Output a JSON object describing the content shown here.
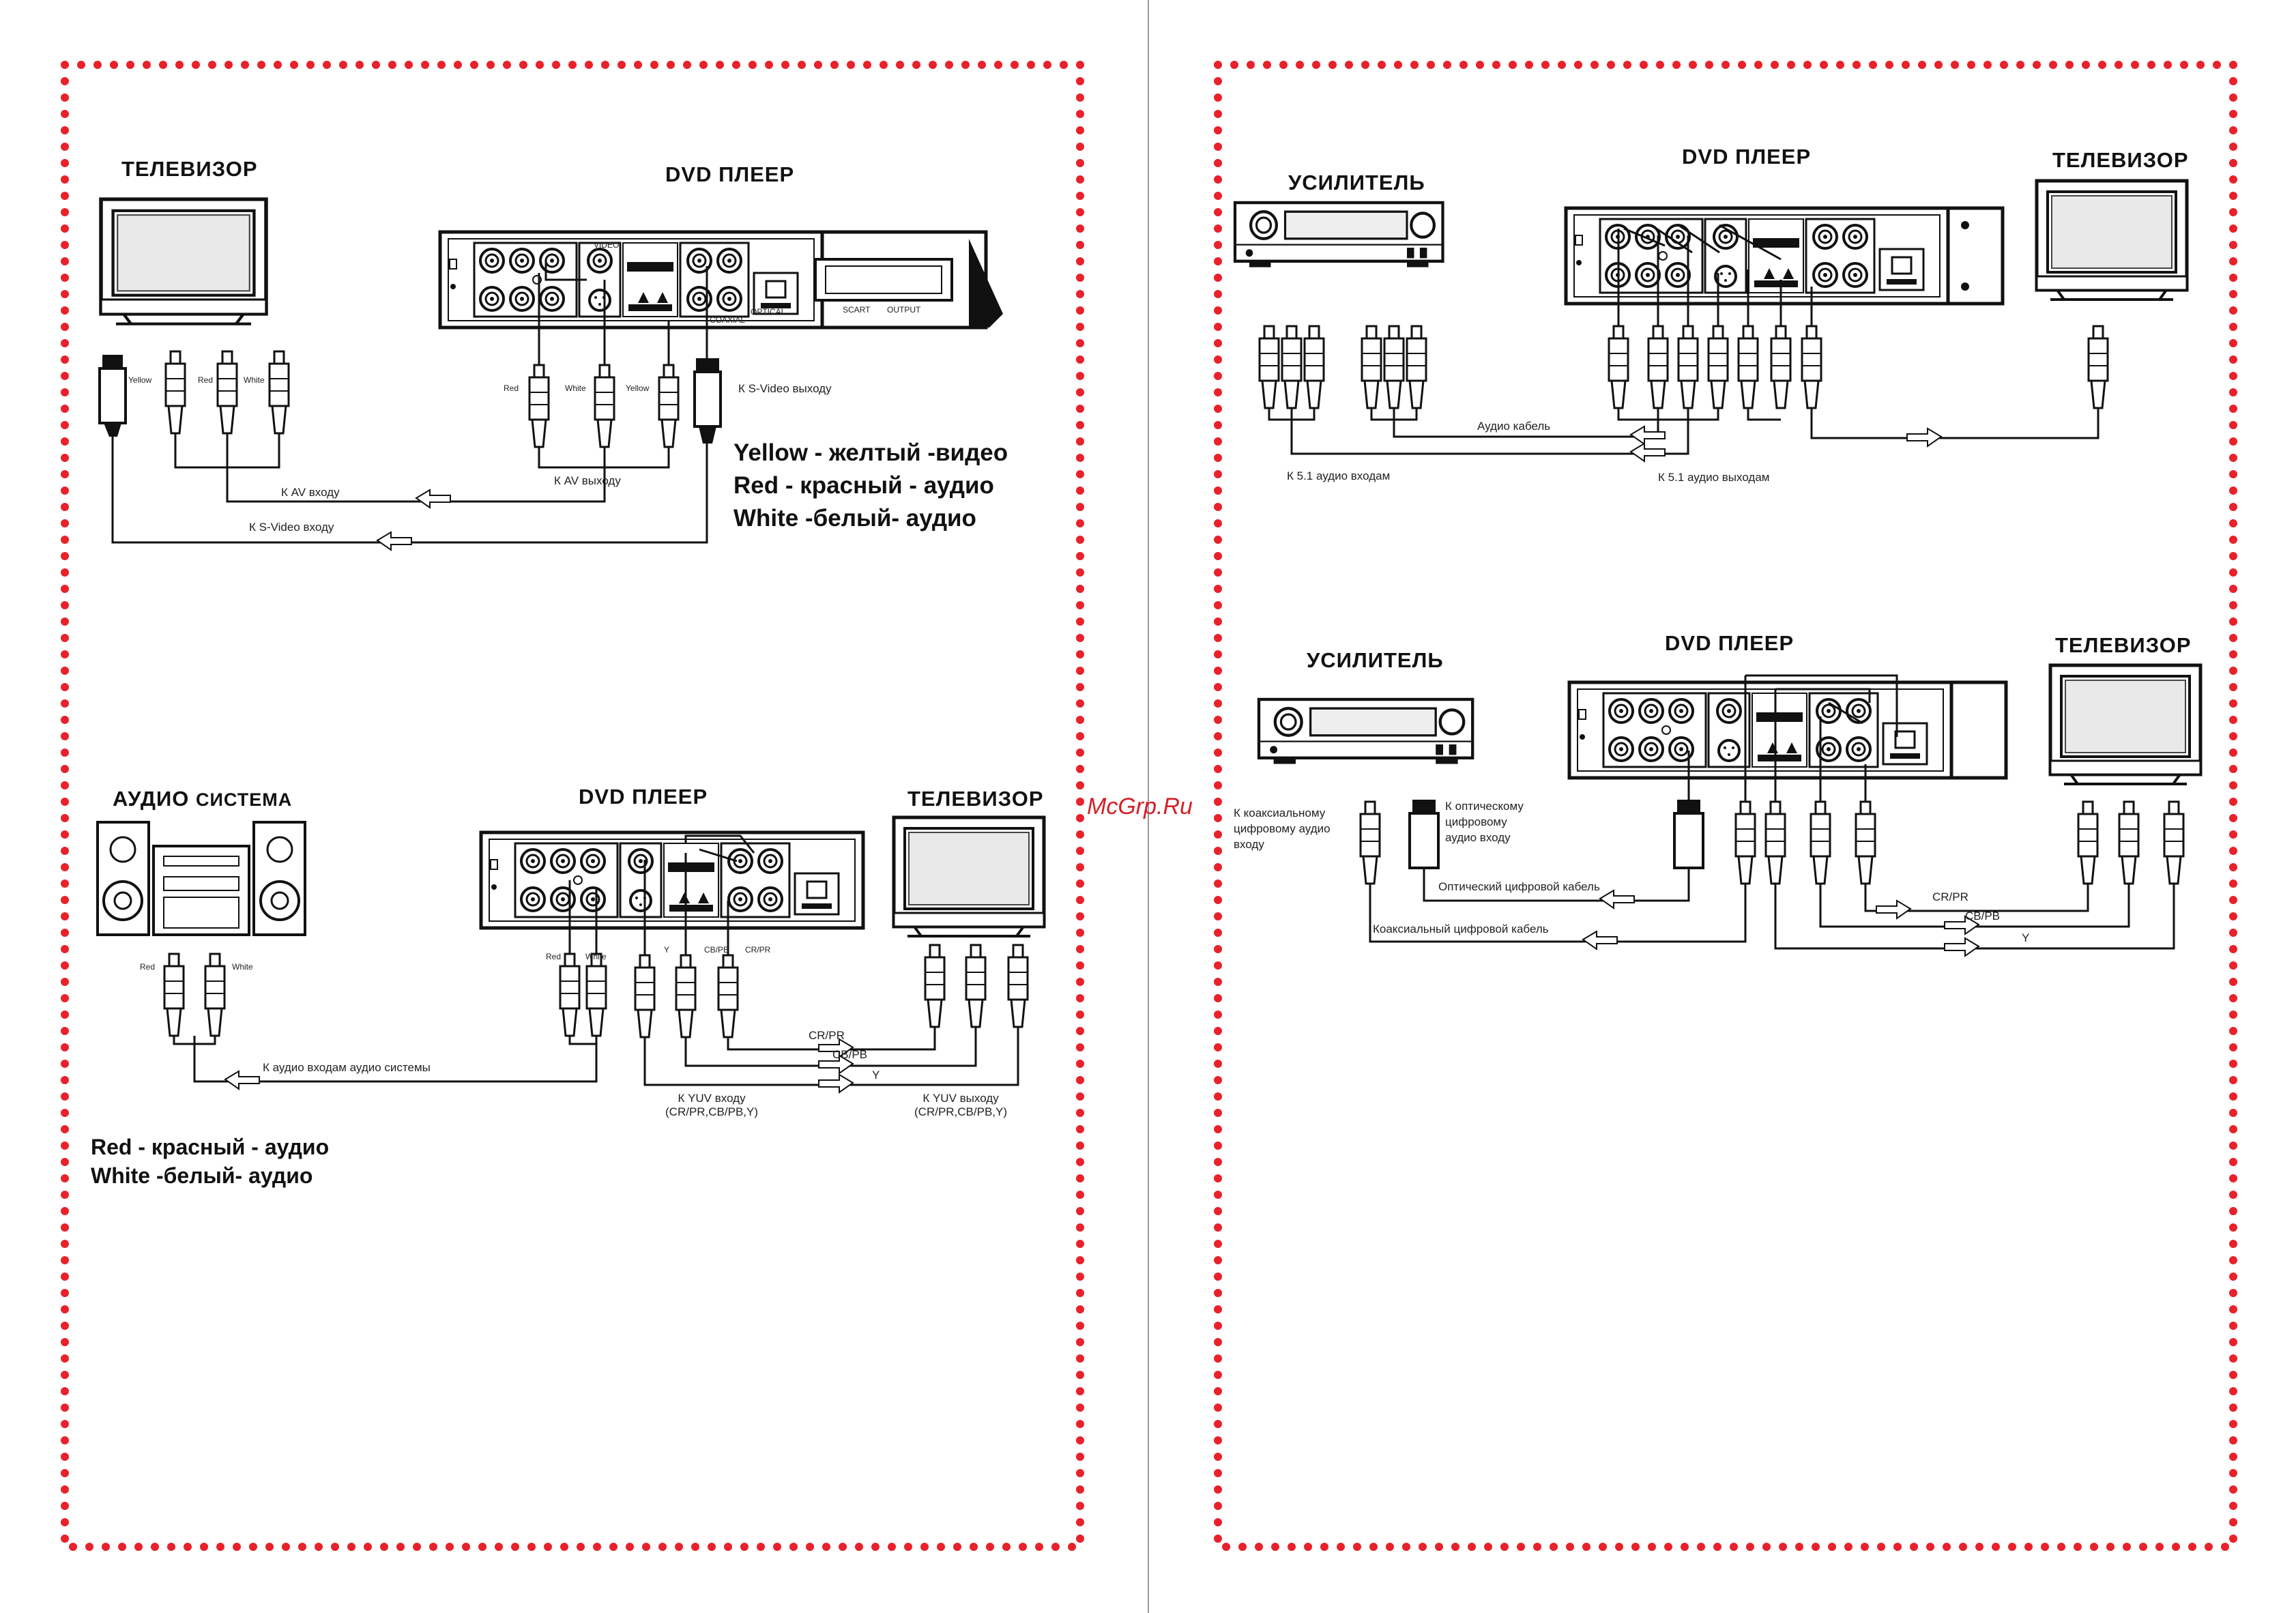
{
  "watermark": "McGrp.Ru",
  "left_page": {
    "diagram1": {
      "tv_title": "ТЕЛЕВИЗОР",
      "dvd_title": "DVD ПЛЕЕР",
      "plug_yellow": "Yellow",
      "plug_red": "Red",
      "plug_white": "White",
      "dvd_plug_red": "Red",
      "dvd_plug_white": "White",
      "dvd_plug_yellow": "Yellow",
      "s_video_out": "К S-Video выходу",
      "av_in": "К AV входу",
      "av_out": "К AV выходу",
      "s_video_in": "К S-Video входу",
      "scart_label": "SCART",
      "output_label": "OUTPUT",
      "optical_label": "OPTICAL",
      "coaxial_label": "COAXIAL",
      "video_label": "VIDEO",
      "legend": [
        {
          "en": "Yellow",
          "ru": "- желтый -видео"
        },
        {
          "en": "Red",
          "ru": "- красный - аудио"
        },
        {
          "en": "White",
          "ru": "-белый- аудио"
        }
      ]
    },
    "diagram2": {
      "audio_title_bold": "АУДИО",
      "audio_title_rest": "СИСТЕМА",
      "dvd_title": "DVD ПЛЕЕР",
      "tv_title": "ТЕЛЕВИЗОР",
      "plug_red": "Red",
      "plug_white": "White",
      "dvd_plug_red": "Red",
      "dvd_plug_white": "White",
      "y_label": "Y",
      "cbpb_label": "CB/PB",
      "crpr_label": "CR/PR",
      "to_audio_inputs": "К аудио входам аудио системы",
      "yuv_in_1": "К YUV входу",
      "yuv_in_2": "(CR/PR,CB/PB,Y)",
      "yuv_out_1": "К YUV выходу",
      "yuv_out_2": "(CR/PR,CB/PB,Y)",
      "line_crpr": "CR/PR",
      "line_cbpb": "CB/PB",
      "line_y": "Y",
      "legend": [
        {
          "en": "Red",
          "ru": "- красный - аудио"
        },
        {
          "en": "White",
          "ru": "-белый- аудио"
        }
      ]
    }
  },
  "right_page": {
    "diagram3": {
      "amp_title": "УСИЛИТЕЛЬ",
      "dvd_title": "DVD ПЛЕЕР",
      "tv_title": "ТЕЛЕВИЗОР",
      "audio_cable": "Аудио кабель",
      "inputs_51": "К 5.1 аудио входам",
      "outputs_51": "К 5.1 аудио выходам"
    },
    "diagram4": {
      "amp_title": "УСИЛИТЕЛЬ",
      "dvd_title": "DVD ПЛЕЕР",
      "tv_title": "ТЕЛЕВИЗОР",
      "coax_in_1": "К коаксиальному",
      "coax_in_2": "цифровому аудио",
      "coax_in_3": "входу",
      "optical_in_1": "К оптическому",
      "optical_in_2": "цифровому",
      "optical_in_3": "аудио входу",
      "optical_cable": "Оптический цифровой кабель",
      "coax_cable": "Коаксиальный цифровой кабель",
      "line_crpr": "CR/PR",
      "line_cbpb": "CB/PB",
      "line_y": "Y"
    }
  }
}
